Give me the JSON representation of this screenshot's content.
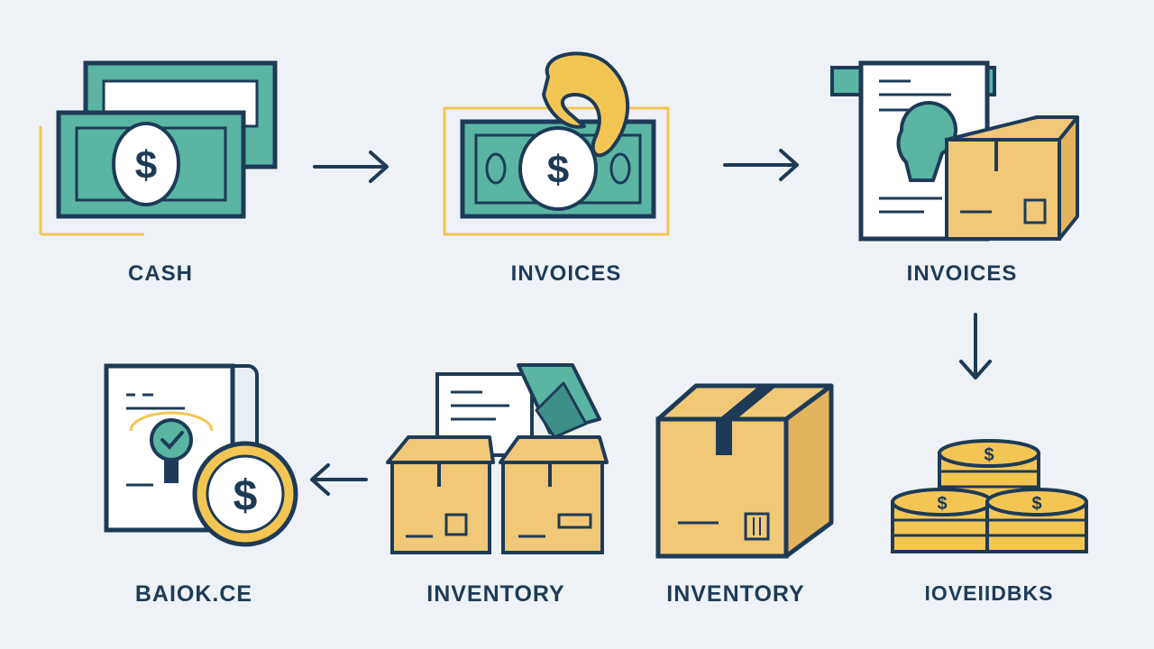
{
  "colors": {
    "background": "#eef2f7",
    "outline": "#1d3b57",
    "cash_green": "#5ab5a3",
    "gold": "#f3c654",
    "box": "#f1c877",
    "paper": "#ffffff"
  },
  "flow": {
    "steps": [
      {
        "id": "cash",
        "label": "CASH",
        "icon": "cash-bills-icon"
      },
      {
        "id": "invoices-1",
        "label": "INVOICES",
        "icon": "invoice-bill-icon"
      },
      {
        "id": "invoices-2",
        "label": "INVOICES",
        "icon": "invoice-receipt-box-icon"
      },
      {
        "id": "coins",
        "label": "IOVEIIDBKS",
        "icon": "coin-stacks-icon"
      },
      {
        "id": "inventory-1",
        "label": "INVENTORY",
        "icon": "inventory-box-icon"
      },
      {
        "id": "inventory-2",
        "label": "INVENTORY",
        "icon": "inventory-boxes-icon"
      },
      {
        "id": "balance",
        "label": "BAΙΟΚ.CE",
        "icon": "document-coin-icon"
      }
    ],
    "arrows": [
      {
        "from": "cash",
        "to": "invoices-1",
        "direction": "right"
      },
      {
        "from": "invoices-1",
        "to": "invoices-2",
        "direction": "right"
      },
      {
        "from": "invoices-2",
        "to": "coins",
        "direction": "down"
      },
      {
        "from": "inventory-2",
        "to": "balance",
        "direction": "left"
      }
    ]
  }
}
